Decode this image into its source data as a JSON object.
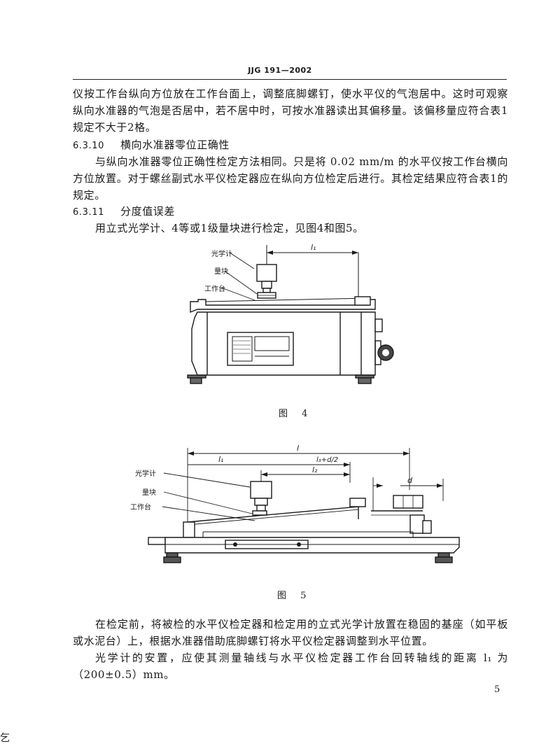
{
  "header": {
    "code": "JJG 191—2002"
  },
  "paragraphs": {
    "p1": "仪按工作台纵向方位放在工作台面上，调整底脚螺钉，使水平仪的气泡居中。这时可观察纵向水准器的气泡是否居中，若不居中时，可按水准器读出其偏移量。该偏移量应符合表1规定不大于2格。",
    "s_6_3_10_num": "6.3.10",
    "s_6_3_10_title": "横向水准器零位正确性",
    "p2": "与纵向水准器零位正确性检定方法相同。只是将 0.02 mm/m 的水平仪按工作台横向方位放置。对于螺丝副式水平仪检定器应在纵向方位检定后进行。其检定结果应符合表1的规定。",
    "s_6_3_11_num": "6.3.11",
    "s_6_3_11_title": "分度值误差",
    "p3": "用立式光学计、4等或1级量块进行检定，见图4和图5。",
    "p4": "在检定前，将被检的水平仪检定器和检定用的立式光学计放置在稳固的基座（如平板或水泥台）上，根据水准器借助底脚螺钉将水平仪检定器调整到水平位置。",
    "p5": "光学计的安置，应使其测量轴线与水平仪检定器工作台回转轴线的距离 l₁ 为（200±0.5）mm。"
  },
  "figure4": {
    "label_optical": "光学计",
    "label_block": "量块",
    "label_table": "工作台",
    "dim_l1": "l₁",
    "caption": "图 4"
  },
  "figure5": {
    "label_optical": "光学计",
    "label_block": "量块",
    "label_table": "工作台",
    "dim_l": "l",
    "dim_l1": "l₁",
    "dim_l2": "l₂",
    "dim_l3d2": "l₃+d/2",
    "dim_d": "d",
    "caption": "图 5"
  },
  "page_number": "5",
  "corner_mark": "乞"
}
